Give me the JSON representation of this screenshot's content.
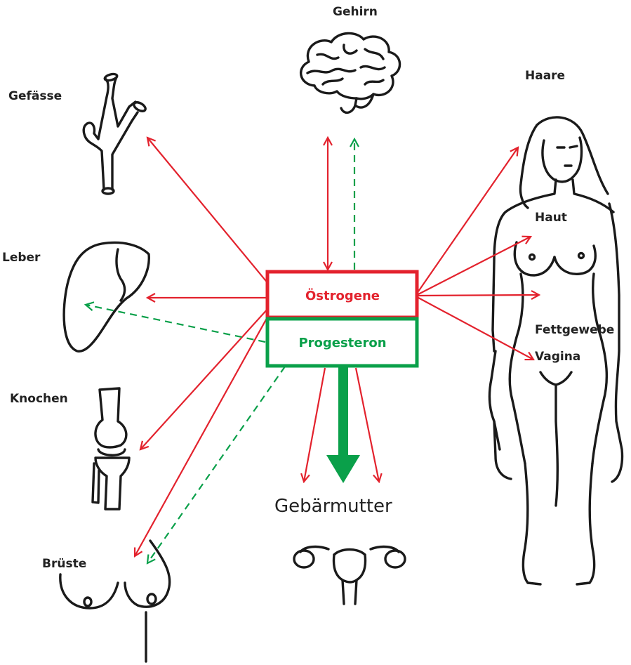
{
  "hormones": {
    "estrogen": "Östrogene",
    "progesterone": "Progesteron"
  },
  "targets": {
    "brain": "Gehirn",
    "vessels": "Gefässe",
    "liver": "Leber",
    "bones": "Knochen",
    "breasts": "Brüste",
    "uterus": "Gebärmutter",
    "hair": "Haare",
    "skin": "Haut",
    "fat": "Fettgewebe",
    "vagina": "Vagina"
  },
  "colors": {
    "estrogen": "#e3222d",
    "progesterone": "#0aa04a",
    "outline": "#1a1a1a"
  },
  "icons": [
    "brain-icon",
    "blood-vessel-icon",
    "liver-icon",
    "knee-bone-icon",
    "breasts-icon",
    "uterus-icon",
    "female-body-icon"
  ]
}
